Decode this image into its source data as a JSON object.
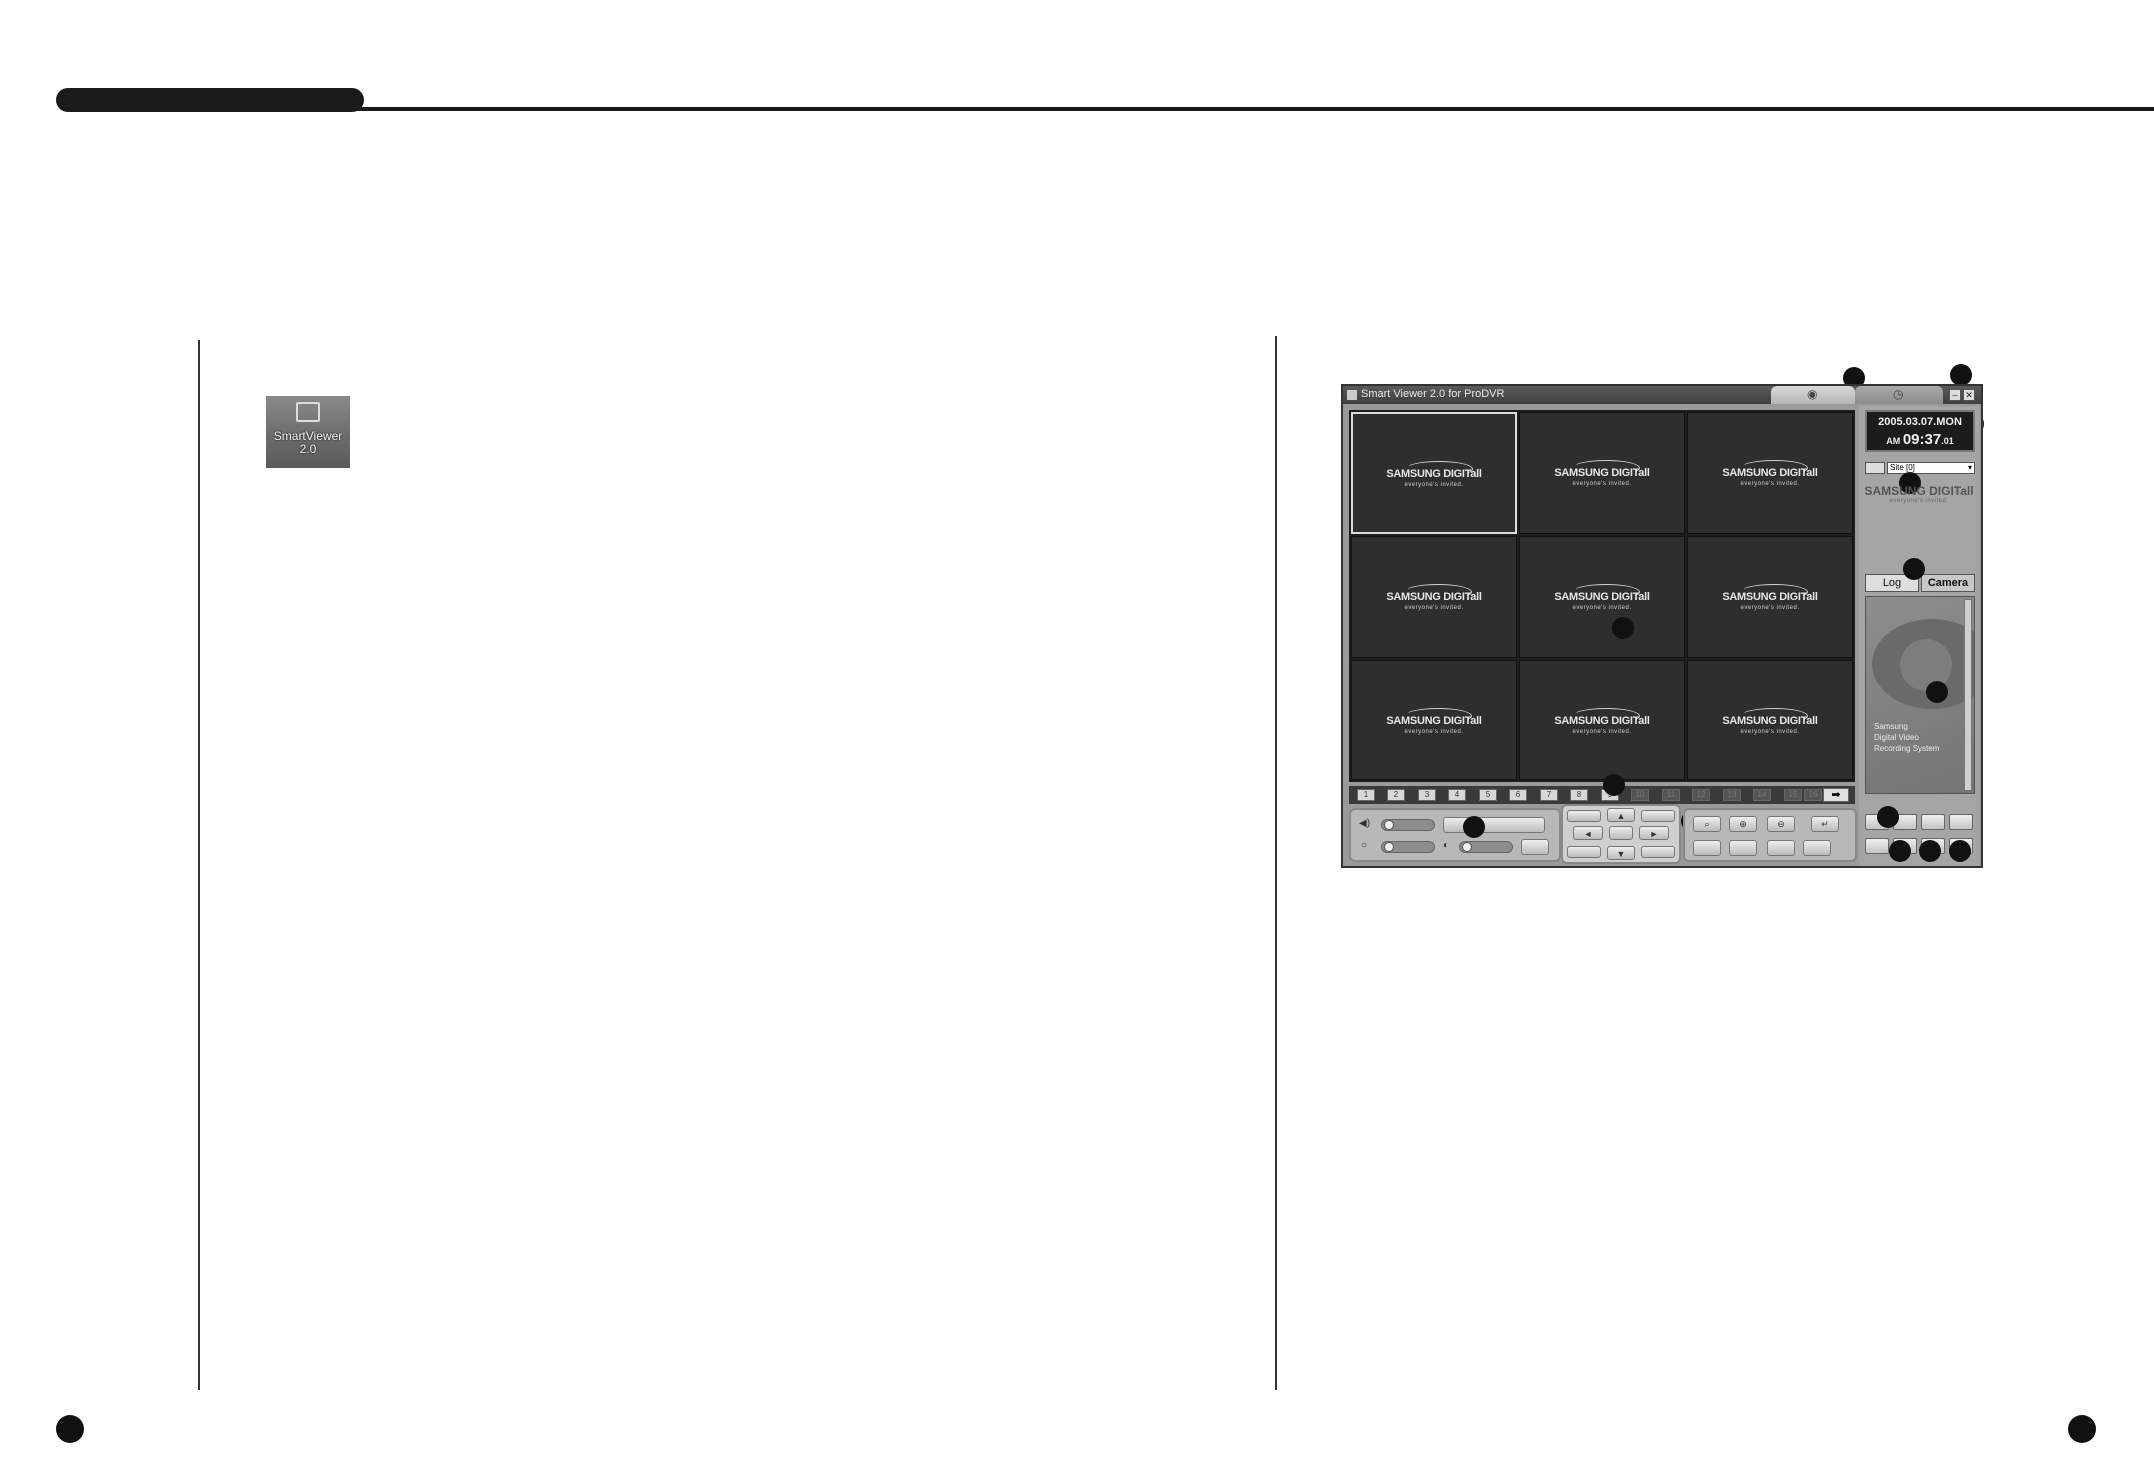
{
  "desktop_icon": {
    "label_line1": "SmartViewer",
    "label_line2": "2.0"
  },
  "window": {
    "title": "Smart Viewer 2.0 for ProDVR",
    "minimize_glyph": "–",
    "close_glyph": "✕"
  },
  "clock": {
    "date": "2005.03.07.MON",
    "ampm": "AM",
    "time": "09:37",
    "seconds": ".01"
  },
  "site_selector": {
    "value": "Site [0]",
    "arrow": "▾"
  },
  "brand": {
    "logo_text": "SAMSUNG DIGITall",
    "tagline": "everyone's invited."
  },
  "sidebar_tabs": {
    "log": "Log",
    "camera": "Camera"
  },
  "info_panel": {
    "line1": "Samsung",
    "line2": "Digital Video",
    "line3": "Recording System"
  },
  "channels": [
    "1",
    "2",
    "3",
    "4",
    "5",
    "6",
    "7",
    "8",
    "9",
    "10",
    "11",
    "12",
    "13",
    "14",
    "15",
    "16"
  ],
  "next_glyph": "➡",
  "ptz": {
    "up": "▲",
    "down": "▼",
    "left": "◄",
    "right": "►"
  },
  "icons": {
    "speaker": "speaker-icon",
    "brightness": "brightness-icon",
    "contrast": "contrast-icon",
    "zoom_in": "zoom-in-icon",
    "zoom_out": "zoom-out-icon",
    "eye_tab": "eye-icon",
    "search_tab": "search-icon"
  },
  "colors": {
    "window_bg": "#9a9a9a",
    "video_bg": "#2e2e2e",
    "titlebar": "#4a4a4a",
    "header_bar": "#1a1a1a"
  }
}
